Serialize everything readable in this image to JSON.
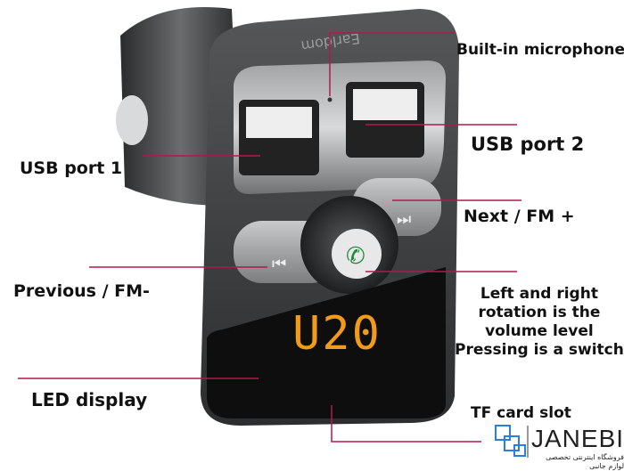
{
  "product": {
    "brand_logo": "Earldom",
    "display_reading": "U20"
  },
  "labels": {
    "microphone": "Built-in microphone",
    "usb2": "USB port 2",
    "usb1": "USB port 1",
    "next": "Next / FM +",
    "previous": "Previous / FM-",
    "knob": [
      "Left and right",
      "rotation is the",
      "volume level",
      "Pressing is a switch"
    ],
    "led": "LED display",
    "tf": "TF card slot"
  },
  "watermark": {
    "name": "JANEBI",
    "tagline": "فروشگاه اینترنتی تخصصی لوازم جانبی"
  },
  "colors": {
    "leader_line": "#b3184c",
    "display": "#f29a1a",
    "body": "#3a3c3e"
  }
}
